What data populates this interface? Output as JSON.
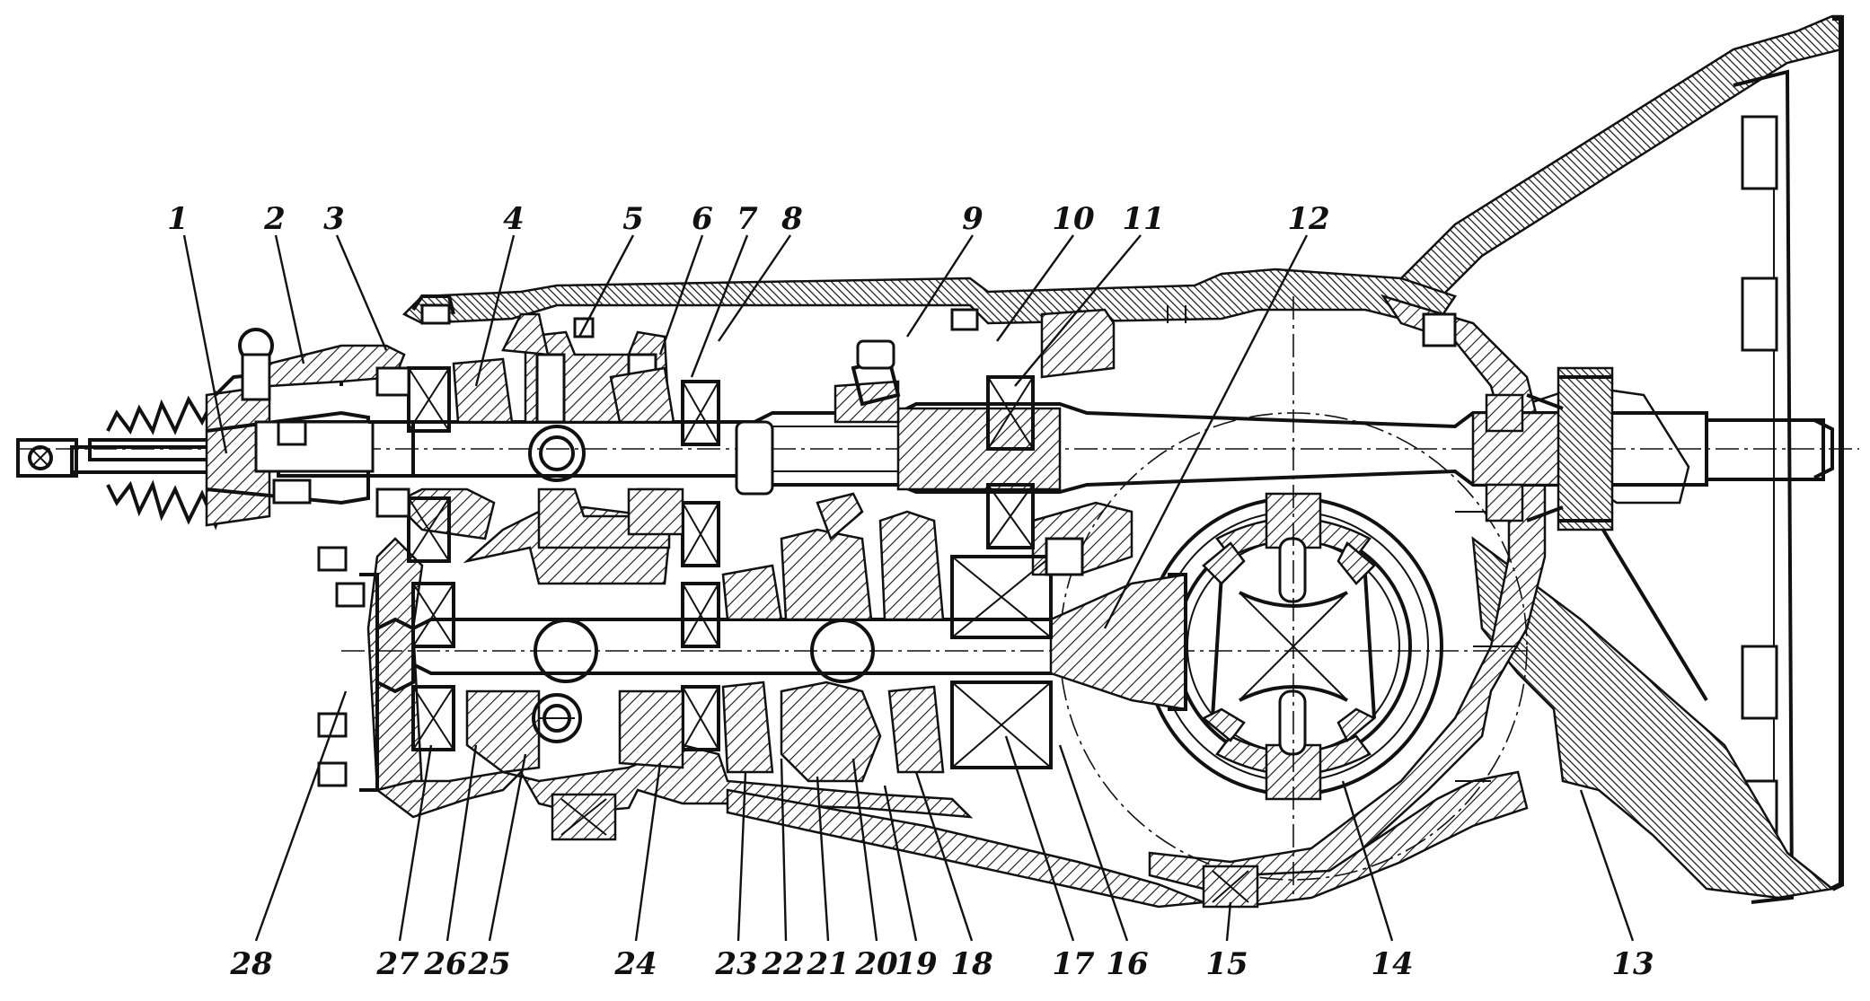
{
  "callouts": [
    {
      "n": "1"
    },
    {
      "n": "2"
    },
    {
      "n": "3"
    },
    {
      "n": "4"
    },
    {
      "n": "5"
    },
    {
      "n": "6"
    },
    {
      "n": "7"
    },
    {
      "n": "8"
    },
    {
      "n": "9"
    },
    {
      "n": "10"
    },
    {
      "n": "11"
    },
    {
      "n": "12"
    },
    {
      "n": "13"
    },
    {
      "n": "14"
    },
    {
      "n": "15"
    },
    {
      "n": "16"
    },
    {
      "n": "17"
    },
    {
      "n": "18"
    },
    {
      "n": "19"
    },
    {
      "n": "20"
    },
    {
      "n": "21"
    },
    {
      "n": "22"
    },
    {
      "n": "23"
    },
    {
      "n": "24"
    },
    {
      "n": "25"
    },
    {
      "n": "26"
    },
    {
      "n": "27"
    },
    {
      "n": "28"
    }
  ]
}
